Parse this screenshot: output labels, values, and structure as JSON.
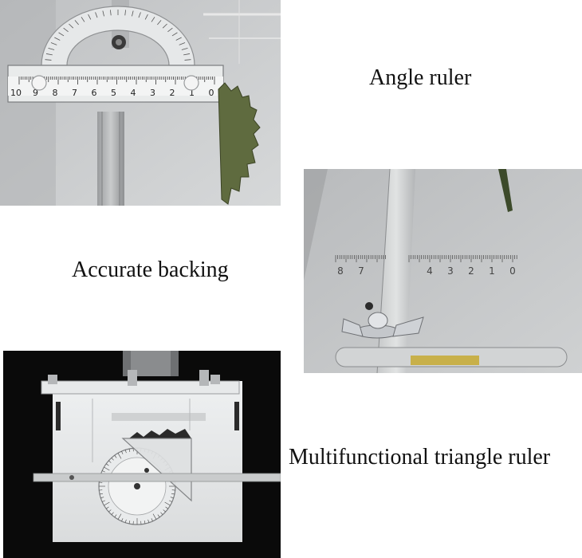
{
  "captions": {
    "angle_ruler": "Angle ruler",
    "accurate_backing": "Accurate backing",
    "triangle_ruler": "Multifunctional triangle ruler"
  },
  "photo1": {
    "scale_numbers": [
      "10",
      "9",
      "8",
      "7",
      "6",
      "5",
      "4",
      "3",
      "2",
      "1",
      "0"
    ]
  },
  "photo2": {
    "scale_left": [
      "8",
      "7"
    ],
    "scale_right": [
      "4",
      "3",
      "2",
      "1",
      "0"
    ]
  }
}
